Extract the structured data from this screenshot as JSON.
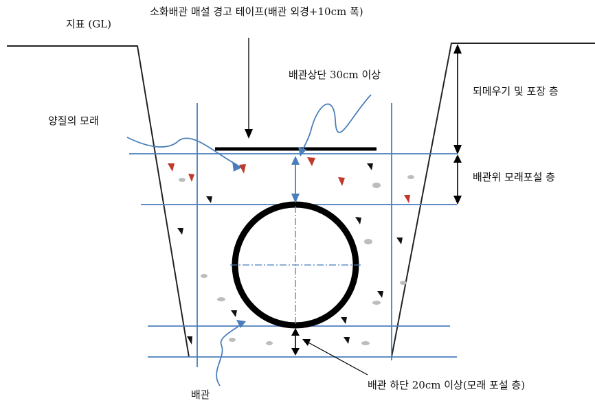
{
  "labels": {
    "ground_level": "지표 (GL)",
    "warning_tape": "소화배관 매설 경고 테이프(배관 외경+10cm 폭)",
    "pipe_top_depth": "배관상단 30cm 이상",
    "good_sand": "양질의 모래",
    "backfill_layer": "되메우기 및 포장 층",
    "sand_over_pipe_layer": "배관위 모래포설 층",
    "pipe": "배관",
    "pipe_bottom_depth": "배관 하단 20cm 이상(모래 포설 층)"
  },
  "colors": {
    "outline": "#222222",
    "guide_line": "#4a7ebb",
    "pipe": "#000000",
    "red_aggregate": "#c0392b",
    "gray_aggregate": "#bdbdbd"
  }
}
